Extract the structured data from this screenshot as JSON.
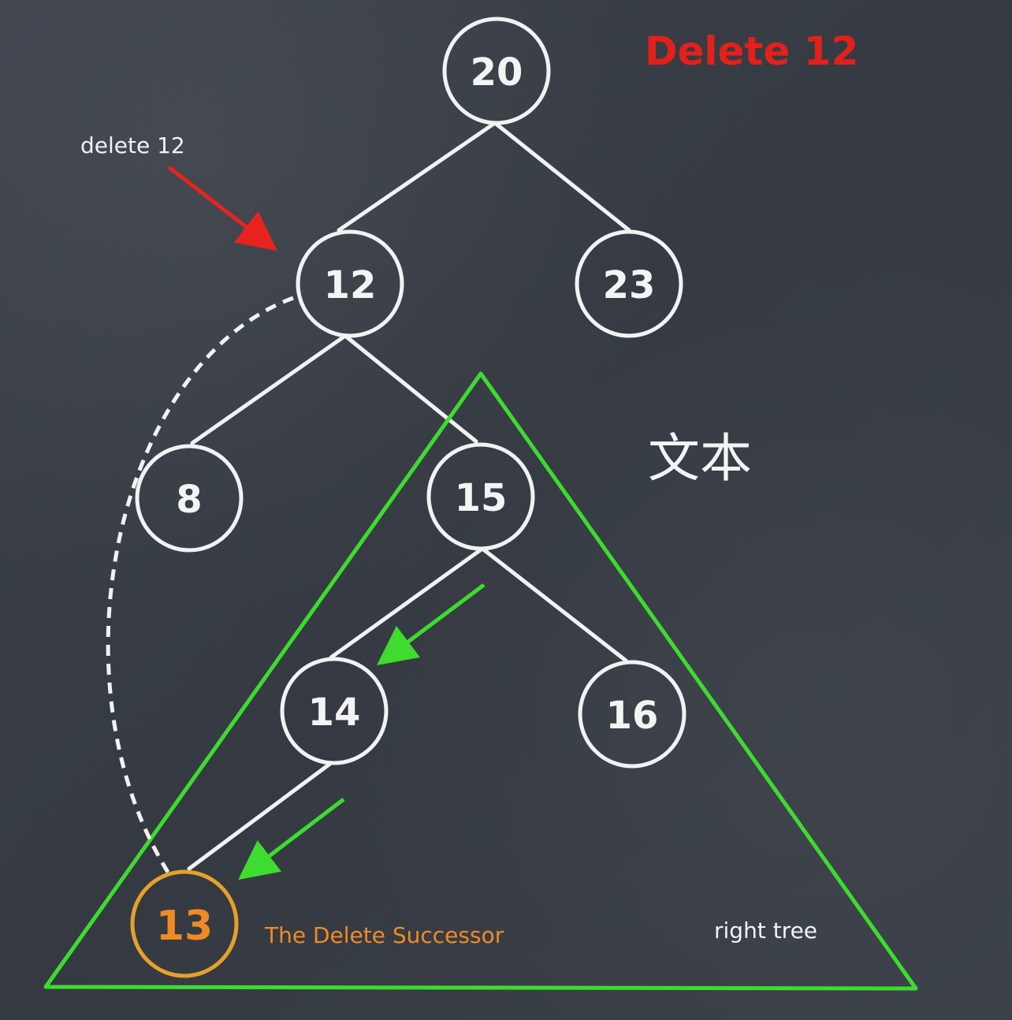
{
  "title": "Delete 12",
  "annotation_label": "delete 12",
  "successor_label": "The Delete Successor",
  "right_tree_label": "right tree",
  "side_text": "文本",
  "nodes": {
    "n20": "20",
    "n12": "12",
    "n23": "23",
    "n8": "8",
    "n15": "15",
    "n14": "14",
    "n16": "16",
    "n13": "13"
  },
  "colors": {
    "background": "#3a3f47",
    "chalk": "#f2f2f2",
    "title_red": "#e3201b",
    "arrow_red": "#e8231d",
    "triangle_green": "#3ddc2f",
    "successor_orange": "#f08a24",
    "successor_circle": "#e6a12a"
  }
}
